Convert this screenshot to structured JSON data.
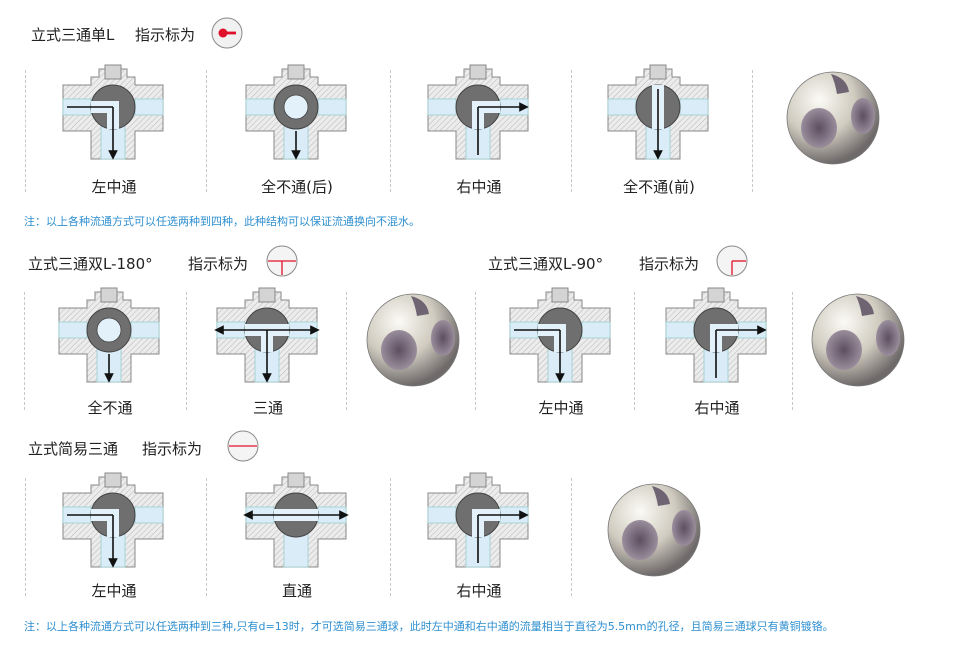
{
  "sections": [
    {
      "title": "立式三通单L",
      "indicator_label": "指示标为",
      "indicator_icon": "indicator-red-pointer-icon",
      "items": [
        {
          "caption": "左中通",
          "flow": "left-down"
        },
        {
          "caption": "全不通(后)",
          "flow": "none"
        },
        {
          "caption": "右中通",
          "flow": "right-down"
        },
        {
          "caption": "全不通(前)",
          "flow": "down-blocked"
        }
      ],
      "note": "注：以上各种流通方式可以任选两种到四种，此种结构可以保证流通换向不混水。"
    },
    {
      "title": "立式三通双L-180°",
      "indicator_label": "指示标为",
      "indicator_icon": "indicator-t-icon",
      "items": [
        {
          "caption": "全不通",
          "flow": "down-only"
        },
        {
          "caption": "三通",
          "flow": "tee"
        }
      ]
    },
    {
      "title": "立式三通双L-90°",
      "indicator_label": "指示标为",
      "indicator_icon": "indicator-corner-icon",
      "items": [
        {
          "caption": "左中通",
          "flow": "left-down"
        },
        {
          "caption": "右中通",
          "flow": "right-down"
        }
      ]
    },
    {
      "title": "立式简易三通",
      "indicator_label": "指示标为",
      "indicator_icon": "indicator-line-icon",
      "items": [
        {
          "caption": "左中通",
          "flow": "left-down"
        },
        {
          "caption": "直通",
          "flow": "straight"
        },
        {
          "caption": "右中通",
          "flow": "right-down"
        }
      ],
      "note": "注：以上各种流通方式可以任选两种到三种,只有d=13时，才可选简易三通球，此时左中通和右中通的流量相当于直径为5.5mm的孔径，且简易三通球只有黄铜镀铬。"
    }
  ],
  "colors": {
    "note": "#2e8fd0",
    "pointer": "#e0102a",
    "channel": "#cfe6f6",
    "body": "#e6e6e6",
    "ball_ring": "#6f6f6f"
  }
}
